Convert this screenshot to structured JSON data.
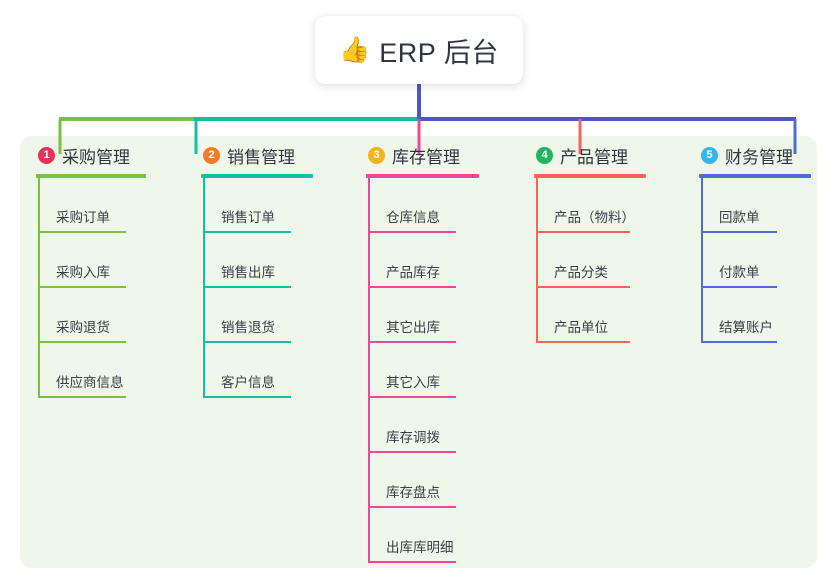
{
  "root": {
    "icon": "thumbs-up-icon",
    "emoji": "👍",
    "title": "ERP 后台"
  },
  "panel": {
    "background_color": "#eef7e9"
  },
  "connector": {
    "trunk_color": "#4f56c4",
    "segments": [
      {
        "name": "segment-green",
        "color": "#7ac043"
      },
      {
        "name": "segment-teal",
        "color": "#12bfa5"
      },
      {
        "name": "segment-indigo",
        "color": "#4f56c4"
      }
    ],
    "drops": [
      {
        "name": "drop-purchase",
        "color": "#7ac043"
      },
      {
        "name": "drop-sales",
        "color": "#12bfa5"
      },
      {
        "name": "drop-inventory",
        "color": "#ec4899"
      },
      {
        "name": "drop-product",
        "color": "#f8635c"
      },
      {
        "name": "drop-finance",
        "color": "#4f6ed0"
      }
    ]
  },
  "columns": [
    {
      "id": "purchase",
      "badge": "1",
      "badge_color": "#e8315c",
      "title": "采购管理",
      "accent": "#7ac043",
      "items": [
        {
          "label": "采购订单"
        },
        {
          "label": "采购入库"
        },
        {
          "label": "采购退货"
        },
        {
          "label": "供应商信息"
        }
      ]
    },
    {
      "id": "sales",
      "badge": "2",
      "badge_color": "#f47b28",
      "title": "销售管理",
      "accent": "#12bfa5",
      "items": [
        {
          "label": "销售订单"
        },
        {
          "label": "销售出库"
        },
        {
          "label": "销售退货"
        },
        {
          "label": "客户信息"
        }
      ]
    },
    {
      "id": "inventory",
      "badge": "3",
      "badge_color": "#f6b31c",
      "title": "库存管理",
      "accent": "#ec4899",
      "items": [
        {
          "label": "仓库信息"
        },
        {
          "label": "产品库存"
        },
        {
          "label": "其它出库"
        },
        {
          "label": "其它入库"
        },
        {
          "label": "库存调拨"
        },
        {
          "label": "库存盘点"
        },
        {
          "label": "出库库明细"
        }
      ]
    },
    {
      "id": "product",
      "badge": "4",
      "badge_color": "#22b35e",
      "title": "产品管理",
      "accent": "#f8635c",
      "items": [
        {
          "label": "产品（物料）"
        },
        {
          "label": "产品分类"
        },
        {
          "label": "产品单位"
        }
      ]
    },
    {
      "id": "finance",
      "badge": "5",
      "badge_color": "#35b6e8",
      "title": "财务管理",
      "accent": "#4f6ed0",
      "items": [
        {
          "label": "回款单"
        },
        {
          "label": "付款单"
        },
        {
          "label": "结算账户"
        }
      ]
    }
  ]
}
